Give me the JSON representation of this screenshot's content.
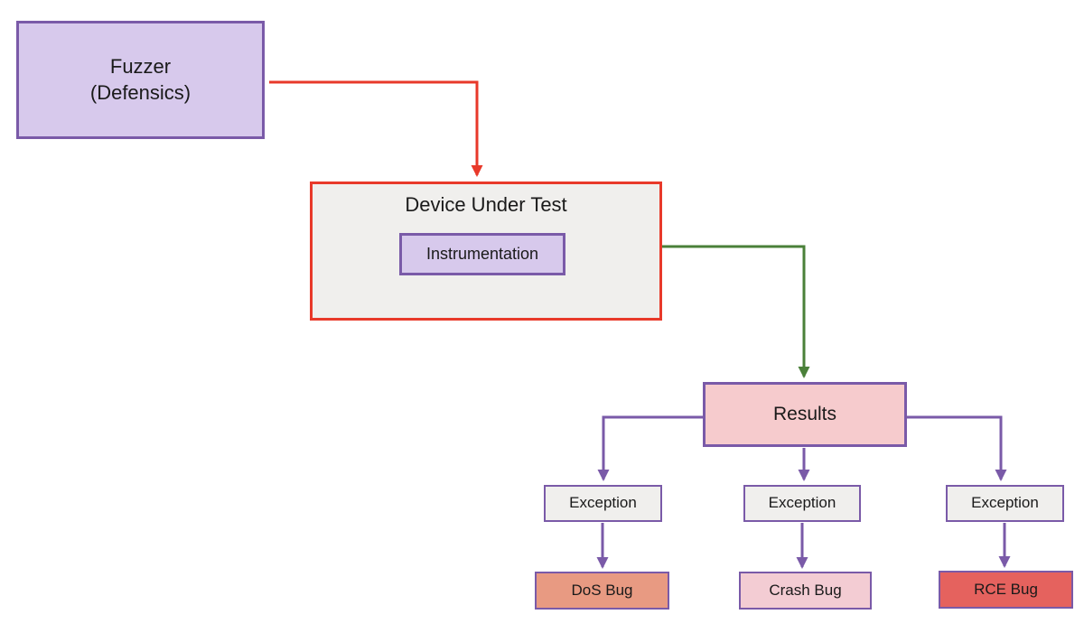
{
  "diagram": {
    "type": "flowchart",
    "nodes": {
      "fuzzer": {
        "line1": "Fuzzer",
        "line2": "(Defensics)"
      },
      "dut": {
        "label": "Device Under Test"
      },
      "instrumentation": {
        "label": "Instrumentation"
      },
      "results": {
        "label": "Results"
      },
      "exception_left": {
        "label": "Exception"
      },
      "exception_middle": {
        "label": "Exception"
      },
      "exception_right": {
        "label": "Exception"
      },
      "bug_dos": {
        "label": "DoS Bug"
      },
      "bug_crash": {
        "label": "Crash Bug"
      },
      "bug_rce": {
        "label": "RCE Bug"
      }
    },
    "edges": [
      {
        "from": "Fuzzer (Defensics)",
        "to": "Device Under Test",
        "color": "#e8392a"
      },
      {
        "from": "Instrumentation",
        "to": "Results",
        "color": "#4a8039"
      },
      {
        "from": "Results",
        "to": "Exception (left)",
        "color": "#7a5aa8"
      },
      {
        "from": "Results",
        "to": "Exception (middle)",
        "color": "#7a5aa8"
      },
      {
        "from": "Results",
        "to": "Exception (right)",
        "color": "#7a5aa8"
      },
      {
        "from": "Exception (left)",
        "to": "DoS Bug",
        "color": "#7a5aa8"
      },
      {
        "from": "Exception (middle)",
        "to": "Crash Bug",
        "color": "#7a5aa8"
      },
      {
        "from": "Exception (right)",
        "to": "RCE Bug",
        "color": "#7a5aa8"
      }
    ],
    "palette": {
      "purple": "#7a5aa8",
      "lavender": "#d7c9ec",
      "gray": "#f0efed",
      "red": "#e8392a",
      "green": "#4a8039",
      "pink": "#f6cbcd",
      "salmon": "#e89a82",
      "light_pink": "#f3ccd3",
      "bright_red": "#e5625e",
      "text": "#1a1a1a",
      "background": "#ffffff"
    }
  }
}
